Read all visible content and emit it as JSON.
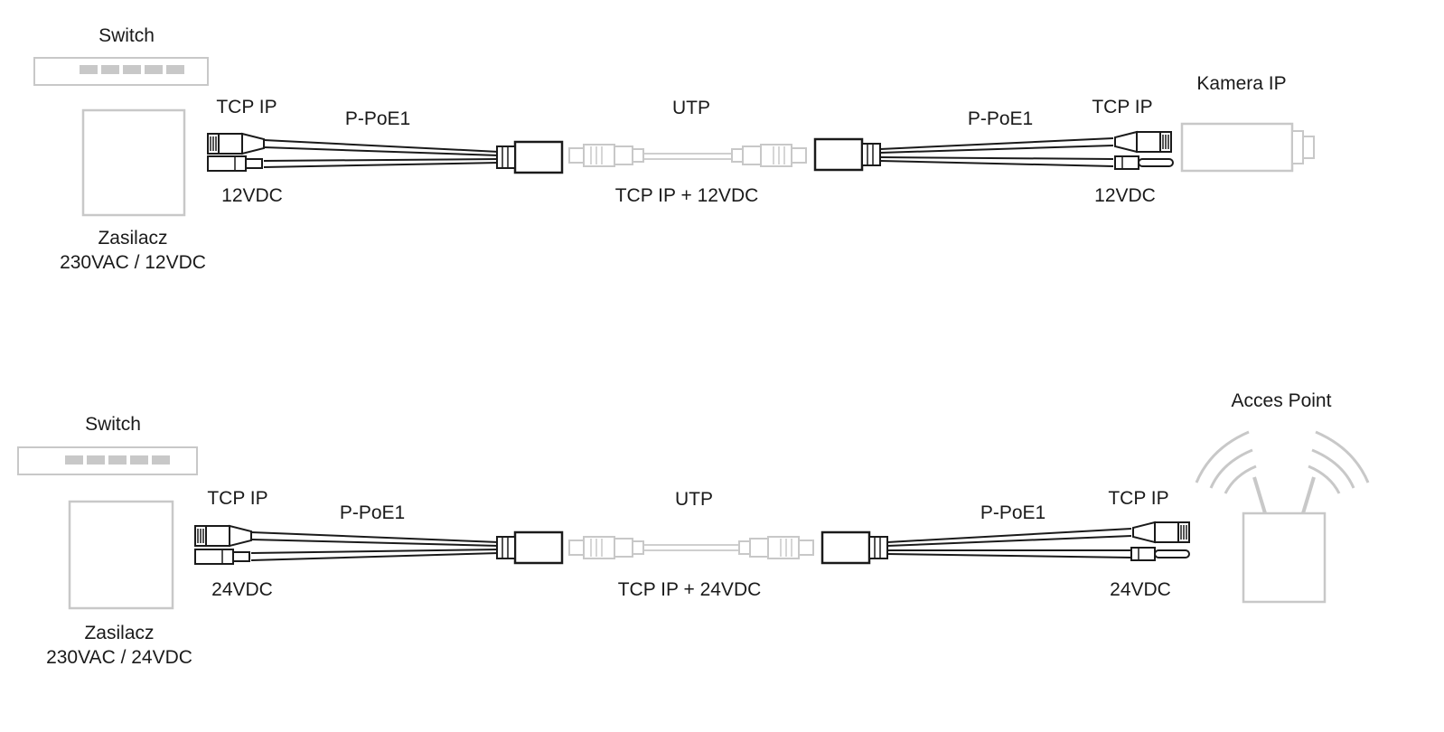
{
  "diagram_top": {
    "switch_label": "Switch",
    "tcp_left": "TCP IP",
    "poe_left": "P-PoE1",
    "utp": "UTP",
    "poe_right": "P-PoE1",
    "tcp_right": "TCP IP",
    "device": "Kamera IP",
    "vdc_left": "12VDC",
    "combined": "TCP IP + 12VDC",
    "vdc_right": "12VDC",
    "psu_name": "Zasilacz",
    "psu_spec": "230VAC / 12VDC"
  },
  "diagram_bottom": {
    "switch_label": "Switch",
    "tcp_left": "TCP IP",
    "poe_left": "P-PoE1",
    "utp": "UTP",
    "poe_right": "P-PoE1",
    "tcp_right": "TCP IP",
    "device": "Acces Point",
    "vdc_left": "24VDC",
    "combined": "TCP IP + 24VDC",
    "vdc_right": "24VDC",
    "psu_name": "Zasilacz",
    "psu_spec": "230VAC / 24VDC"
  },
  "colors": {
    "device_outline": "#c8c8c8",
    "cable_dark": "#1a1a1a",
    "utp_light": "#cfcfcf"
  }
}
